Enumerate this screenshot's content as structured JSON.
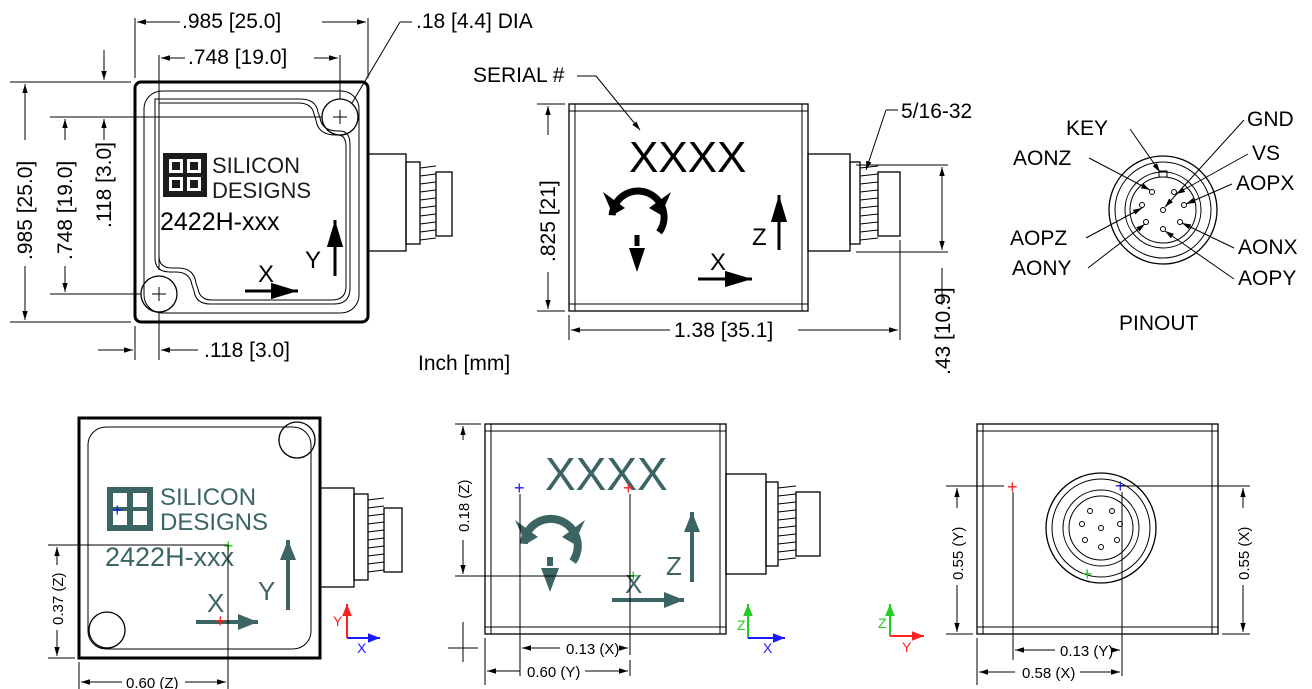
{
  "top_view": {
    "width_dim": ".985 [25.0]",
    "hole_spacing_dim": ".748 [19.0]",
    "hole_dia": ".18 [4.4] DIA",
    "height_dim": ".985 [25.0]",
    "hole_spacing_v_dim": ".748 [19.0]",
    "hole_offset_v_dim": ".118 [3.0]",
    "hole_offset_h_dim": ".118 [3.0]",
    "logo_line1": "SILICON",
    "logo_line2": "DESIGNS",
    "model": "2422H-xxx",
    "axis_x": "X",
    "axis_y": "Y"
  },
  "side_view": {
    "serial_label": "SERIAL #",
    "serial_value": "XXXX",
    "thread": "5/16-32",
    "height_dim": ".825 [21]",
    "length_dim": "1.38 [35.1]",
    "connector_dim": ".43 [10.9]",
    "axis_x": "X",
    "axis_z": "Z"
  },
  "units": "Inch [mm]",
  "pinout": {
    "title": "PINOUT",
    "pins_left": [
      "KEY",
      "AONZ",
      "AOPZ",
      "AONY"
    ],
    "pins_right": [
      "GND",
      "VS",
      "AOPX",
      "AONX",
      "AOPY"
    ]
  },
  "bottom_left": {
    "logo_line1": "SILICON",
    "logo_line2": "DESIGNS",
    "model": "2422H-xxx",
    "axis_x": "X",
    "axis_y": "Y",
    "dim_vertical": "0.37 (Z)",
    "dim_horizontal": "0.60 (Z)",
    "triad_y": "Y",
    "triad_x": "X"
  },
  "bottom_mid": {
    "serial_value": "XXXX",
    "axis_x": "X",
    "axis_z": "Z",
    "dim_vertical": "0.18 (Z)",
    "dim_h1": "0.13 (X)",
    "dim_h2": "0.60 (Y)",
    "triad_z": "Z",
    "triad_x": "X"
  },
  "bottom_right": {
    "dim_v_left": "0.55 (Y)",
    "dim_v_right": "0.55 (X)",
    "dim_h1": "0.13 (Y)",
    "dim_h2": "0.58 (X)",
    "triad_z": "Z",
    "triad_y": "Y"
  },
  "colors": {
    "x_axis": "#ff2020",
    "y_axis": "#1a1aff",
    "z_axis": "#22cc22",
    "logo_teal": "#3b6563"
  }
}
